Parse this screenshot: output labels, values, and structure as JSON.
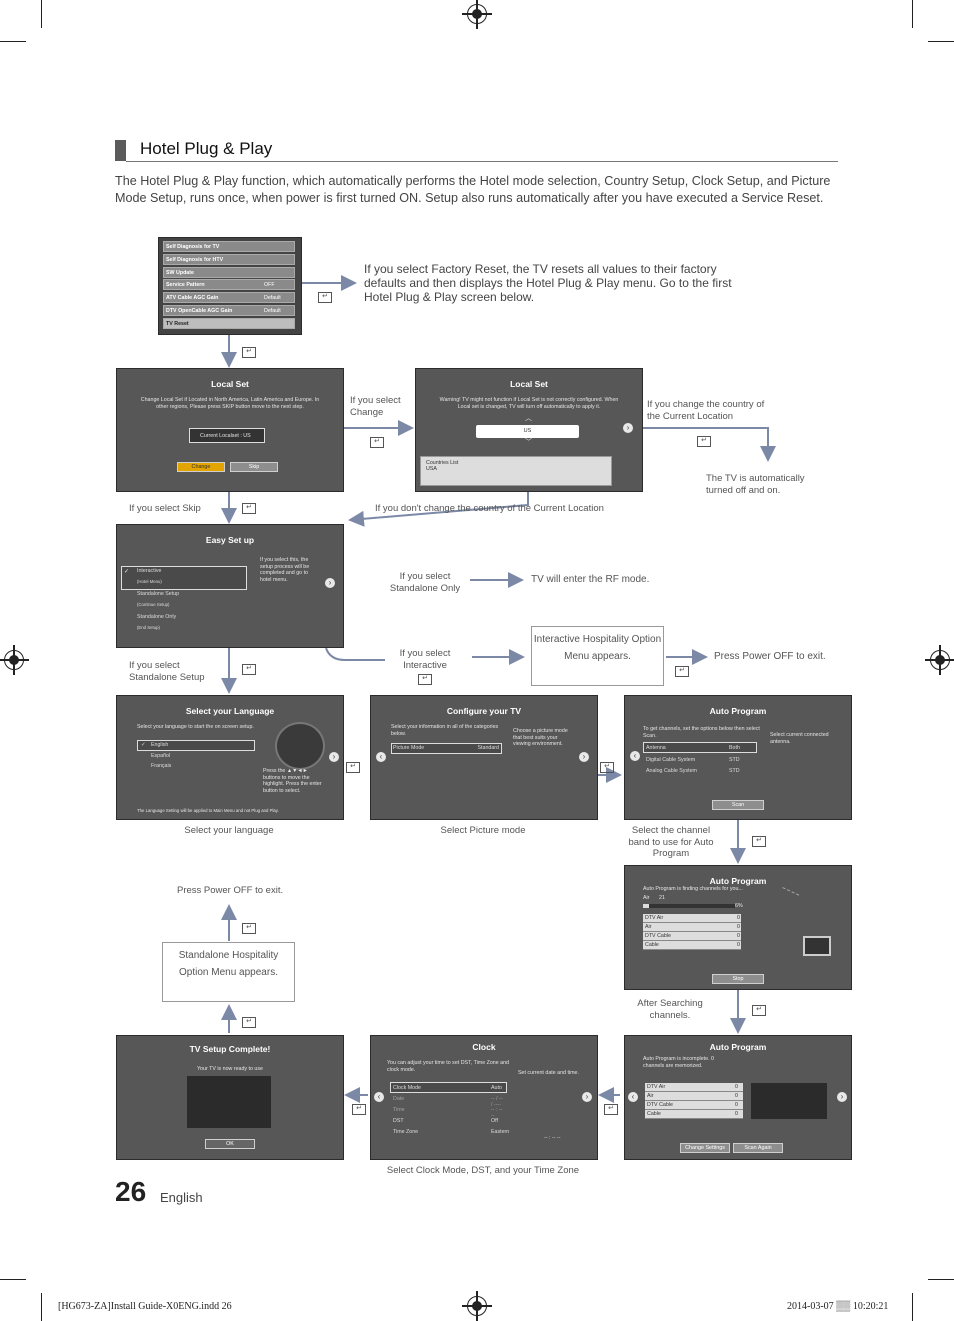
{
  "title": "Hotel Plug & Play",
  "intro": "The Hotel Plug & Play function, which automatically performs the Hotel mode selection, Country Setup, Clock Setup, and Picture Mode Setup, runs once, when power is first turned ON. Setup also runs automatically after you have executed a Service Reset.",
  "service_menu": {
    "items": [
      {
        "label": "Self Diagnosis for TV",
        "value": ""
      },
      {
        "label": "Self Diagnosis for HTV",
        "value": ""
      },
      {
        "label": "SW Update",
        "value": ""
      },
      {
        "label": "Service Pattern",
        "value": "OFF"
      },
      {
        "label": "ATV Cable AGC Gain",
        "value": "Default"
      },
      {
        "label": "DTV OpenCable AGC Gain",
        "value": "Default"
      },
      {
        "label": "TV Reset",
        "value": ""
      }
    ]
  },
  "factory_reset_note": "If you select Factory Reset, the TV resets all values to their factory defaults and then displays the Hotel Plug & Play menu. Go to the first Hotel Plug & Play screen below.",
  "local_set_1": {
    "title": "Local Set",
    "desc": "Change Local Set if Located in North America, Latin America and Europe. In other regions, Please press SKIP button move to the next step.",
    "current": "Current Localset : US",
    "change": "Change",
    "skip": "Skip"
  },
  "local_set_2": {
    "title": "Local Set",
    "desc": "Warning! TV might not function if Local Set is not correctly configured. When Local set is changed, TV will turn off automatically to apply it.",
    "value": "US",
    "list_title": "Countries List",
    "list_item": "USA"
  },
  "labels": {
    "if_select_change": "If you select Change",
    "if_change_country": "If you change the country of the Current Location",
    "tv_turned_off": "The TV is automatically turned off and on.",
    "if_select_skip": "If you select Skip",
    "if_dont_change": "If you don't change the country of the Current Location",
    "if_select_standalone_only": "If you select Standalone Only",
    "rf_mode": "TV will enter the RF mode.",
    "if_select_interactive": "If you select Interactive",
    "press_power_off": "Press Power OFF to exit.",
    "if_select_standalone_setup": "If you select Standalone Setup",
    "select_language": "Select your language",
    "select_picture": "Select Picture mode",
    "select_channel_band": "Select the channel band to use for Auto Program",
    "press_power_off_2": "Press Power OFF to exit.",
    "after_searching": "After Searching channels.",
    "select_clock": "Select Clock Mode, DST, and your Time Zone"
  },
  "interactive_box": "Interactive Hospitality Option Menu appears.",
  "standalone_box": "Standalone Hospitality Option Menu appears.",
  "easy_setup": {
    "title": "Easy Set up",
    "items": [
      {
        "label": "Interactive",
        "sub": "(Hotel Menu)"
      },
      {
        "label": "Standalone Setup",
        "sub": "(Continue Setup)"
      },
      {
        "label": "Standalone Only",
        "sub": "(End Setup)"
      }
    ],
    "note": "If you select this, the setup process will be completed and go to hotel menu."
  },
  "language": {
    "title": "Select your Language",
    "desc": "Select your language to start the on screen setup.",
    "options": [
      "English",
      "Español",
      "Français"
    ],
    "hint": "Press the ▲▼◄► buttons to move the highlight. Press the enter button to select.",
    "footnote": "The Language Setting will be applied to Main Menu and not Plug and Play."
  },
  "configure": {
    "title": "Configure your TV",
    "desc": "Select your information in all of the categories below.",
    "side": "Choose a picture mode that best suits your viewing environment.",
    "label": "Picture Mode",
    "value": "Standard"
  },
  "auto1": {
    "title": "Auto Program",
    "desc": "To get channels, set the options below then select Scan.",
    "side": "Select current connected antenna.",
    "rows": [
      {
        "label": "Antenna",
        "value": "Both"
      },
      {
        "label": "Digital Cable System",
        "value": "STD"
      },
      {
        "label": "Analog Cable System",
        "value": "STD"
      }
    ],
    "scan": "Scan"
  },
  "auto2": {
    "title": "Auto Program",
    "status": "Auto Program is finding channels for you...",
    "air": "Air",
    "air_ch": "21",
    "progress": "6%",
    "progress_fraction": 0.06,
    "rows": [
      {
        "label": "DTV Air",
        "value": "0"
      },
      {
        "label": "Air",
        "value": "0"
      },
      {
        "label": "DTV Cable",
        "value": "0"
      },
      {
        "label": "Cable",
        "value": "0"
      }
    ],
    "stop": "Stop"
  },
  "auto3": {
    "title": "Auto Program",
    "desc": "Auto Program is incomplete. 0 channels are memorized.",
    "rows": [
      {
        "label": "DTV Air",
        "value": "0"
      },
      {
        "label": "Air",
        "value": "0"
      },
      {
        "label": "DTV Cable",
        "value": "0"
      },
      {
        "label": "Cable",
        "value": "0"
      }
    ],
    "change": "Change Settings",
    "again": "Scan Again"
  },
  "clock": {
    "title": "Clock",
    "desc": "You can adjust your time to set DST, Time Zone and clock mode.",
    "side": "Set current date and time.",
    "rows": [
      {
        "label": "Clock Mode",
        "value": "Auto"
      },
      {
        "label": "Date",
        "value": "-- / -- / ----"
      },
      {
        "label": "Time",
        "value": "-- : -- --"
      },
      {
        "label": "DST",
        "value": "Off"
      },
      {
        "label": "Time Zone",
        "value": "Eastern"
      }
    ],
    "bottom": "-- : -- --"
  },
  "complete": {
    "title": "TV Setup Complete!",
    "desc": "Your TV is now ready to use",
    "ok": "OK"
  },
  "page_number": "26",
  "page_lang": "English",
  "footer_left": "[HG673-ZA]Install Guide-X0ENG.indd   26",
  "footer_right": "2014-03-07   ▒▒ 10:20:21"
}
